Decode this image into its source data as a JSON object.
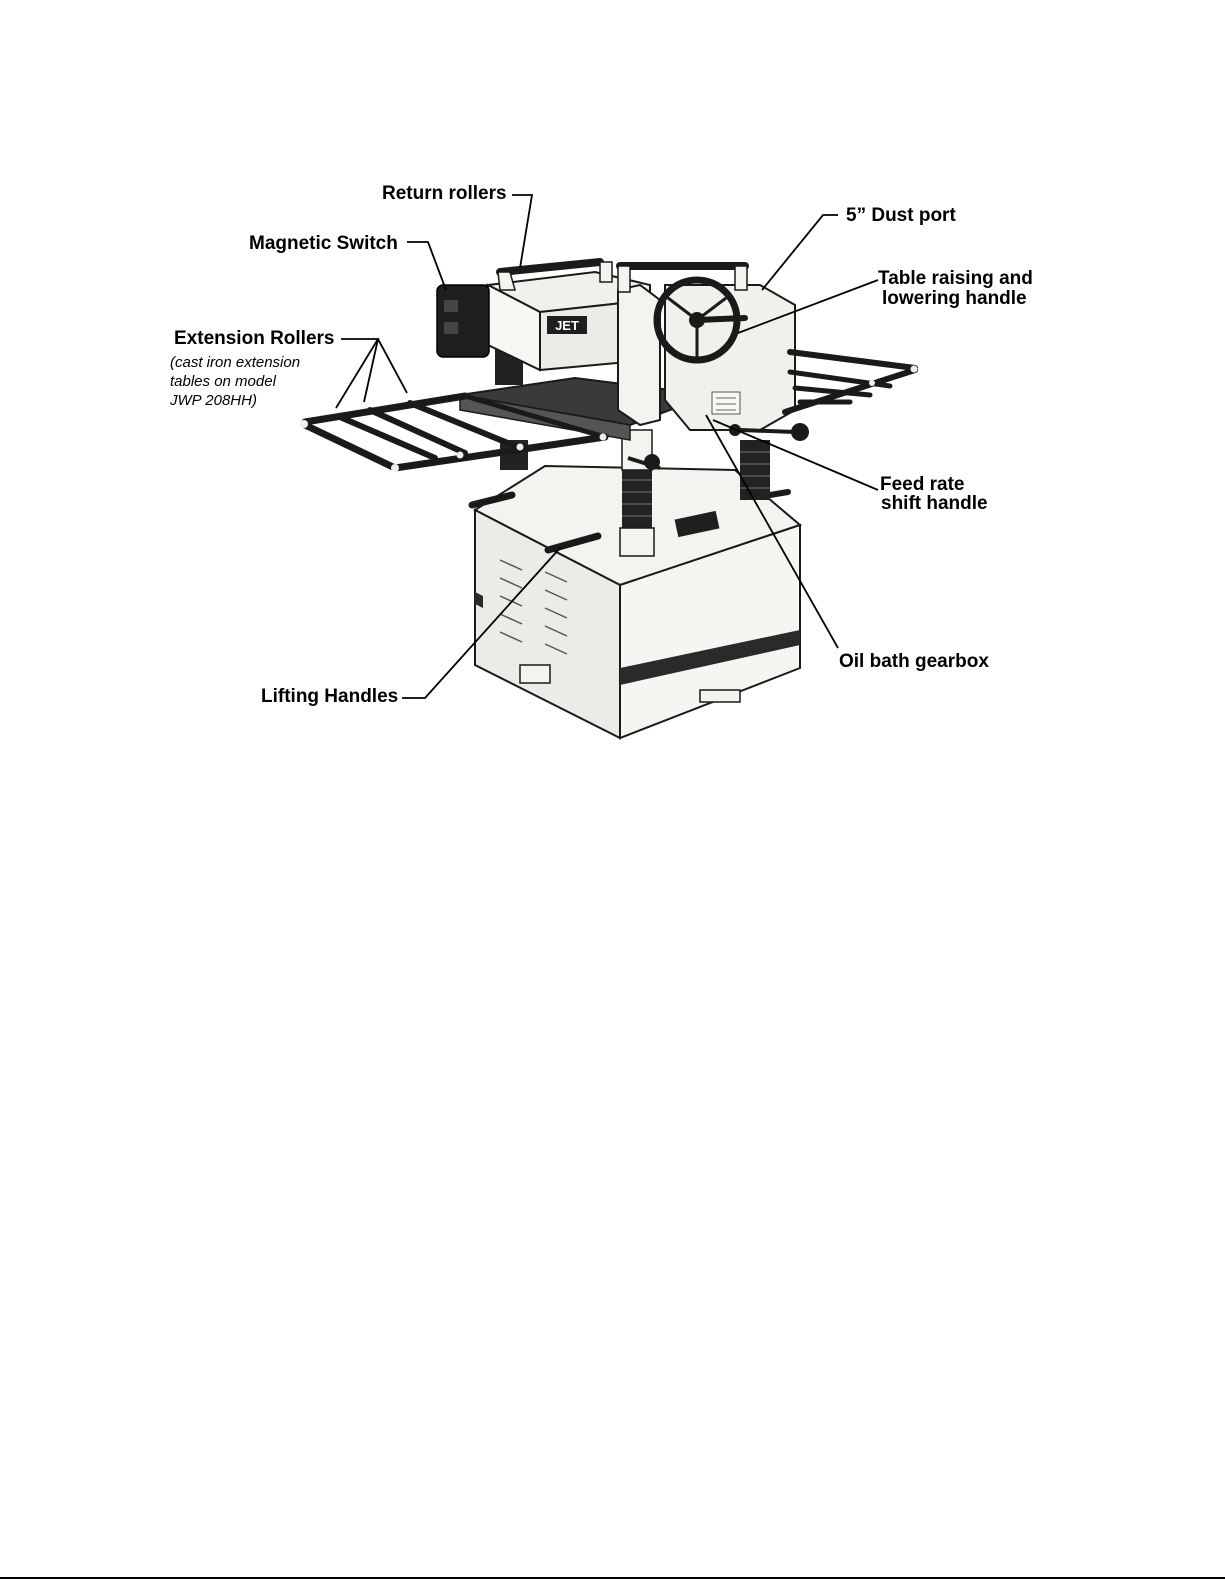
{
  "figure": {
    "brand_logo": "JET",
    "labels": {
      "return_rollers": "Return rollers",
      "dust_port": "5” Dust port",
      "magnetic_switch": "Magnetic Switch",
      "table_handle_line1": "Table raising and",
      "table_handle_line2": "lowering handle",
      "extension_rollers": "Extension Rollers",
      "extension_note_line1": "(cast iron extension",
      "extension_note_line2": "tables on model",
      "extension_note_line3": "JWP 208HH)",
      "feed_rate_line1": "Feed rate",
      "feed_rate_line2": "shift handle",
      "oil_bath_gearbox": "Oil bath gearbox",
      "lifting_handles": "Lifting Handles"
    },
    "colors": {
      "machine_body": "#efefea",
      "outline": "#1a1a1a",
      "dark_metal": "#222222",
      "table_surface": "#3a3a3a",
      "band": "#2a2a2a"
    }
  }
}
